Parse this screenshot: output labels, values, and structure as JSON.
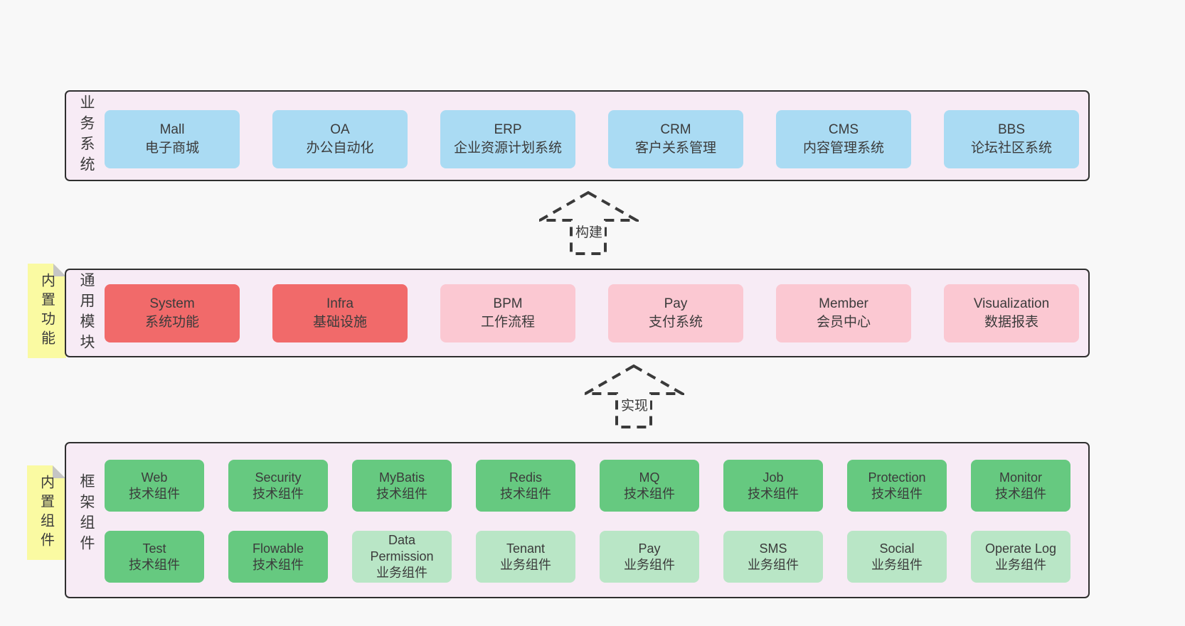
{
  "colors": {
    "background": "#f8f8f8",
    "container_fill": "#f7ebf5",
    "container_border": "#2f2f2f",
    "arrow_stroke": "#3a3a3a",
    "text": "#3b3b3b",
    "blue": "#aadbf3",
    "red": "#f16a6a",
    "pink": "#fbc8d2",
    "green": "#66c980",
    "green_light": "#b9e6c6",
    "yellow": "#fafaa2",
    "fold_gray": "#c5c5c5"
  },
  "arrows": [
    {
      "label": "构建"
    },
    {
      "label": "实现"
    }
  ],
  "sections": [
    {
      "label": "业务系统",
      "rows": [
        [
          {
            "title": "Mall",
            "subtitle": "电子商城",
            "variant": "blue"
          },
          {
            "title": "OA",
            "subtitle": "办公自动化",
            "variant": "blue"
          },
          {
            "title": "ERP",
            "subtitle": "企业资源计划系统",
            "variant": "blue"
          },
          {
            "title": "CRM",
            "subtitle": "客户关系管理",
            "variant": "blue"
          },
          {
            "title": "CMS",
            "subtitle": "内容管理系统",
            "variant": "blue"
          },
          {
            "title": "BBS",
            "subtitle": "论坛社区系统",
            "variant": "blue"
          }
        ]
      ]
    },
    {
      "label": "通用模块",
      "side_note": "内置功能",
      "rows": [
        [
          {
            "title": "System",
            "subtitle": "系统功能",
            "variant": "red"
          },
          {
            "title": "Infra",
            "subtitle": "基础设施",
            "variant": "red"
          },
          {
            "title": "BPM",
            "subtitle": "工作流程",
            "variant": "pink"
          },
          {
            "title": "Pay",
            "subtitle": "支付系统",
            "variant": "pink"
          },
          {
            "title": "Member",
            "subtitle": "会员中心",
            "variant": "pink"
          },
          {
            "title": "Visualization",
            "subtitle": "数据报表",
            "variant": "pink"
          }
        ]
      ]
    },
    {
      "label": "框架组件",
      "side_note": "内置组件",
      "rows": [
        [
          {
            "title": "Web",
            "subtitle": "技术组件",
            "variant": "green"
          },
          {
            "title": "Security",
            "subtitle": "技术组件",
            "variant": "green"
          },
          {
            "title": "MyBatis",
            "subtitle": "技术组件",
            "variant": "green"
          },
          {
            "title": "Redis",
            "subtitle": "技术组件",
            "variant": "green"
          },
          {
            "title": "MQ",
            "subtitle": "技术组件",
            "variant": "green"
          },
          {
            "title": "Job",
            "subtitle": "技术组件",
            "variant": "green"
          },
          {
            "title": "Protection",
            "subtitle": "技术组件",
            "variant": "green"
          },
          {
            "title": "Monitor",
            "subtitle": "技术组件",
            "variant": "green"
          }
        ],
        [
          {
            "title": "Test",
            "subtitle": "技术组件",
            "variant": "green"
          },
          {
            "title": "Flowable",
            "subtitle": "技术组件",
            "variant": "green"
          },
          {
            "title": "Data Permission",
            "subtitle": "业务组件",
            "variant": "green_light"
          },
          {
            "title": "Tenant",
            "subtitle": "业务组件",
            "variant": "green_light"
          },
          {
            "title": "Pay",
            "subtitle": "业务组件",
            "variant": "green_light"
          },
          {
            "title": "SMS",
            "subtitle": "业务组件",
            "variant": "green_light"
          },
          {
            "title": "Social",
            "subtitle": "业务组件",
            "variant": "green_light"
          },
          {
            "title": "Operate Log",
            "subtitle": "业务组件",
            "variant": "green_light"
          }
        ]
      ]
    }
  ]
}
